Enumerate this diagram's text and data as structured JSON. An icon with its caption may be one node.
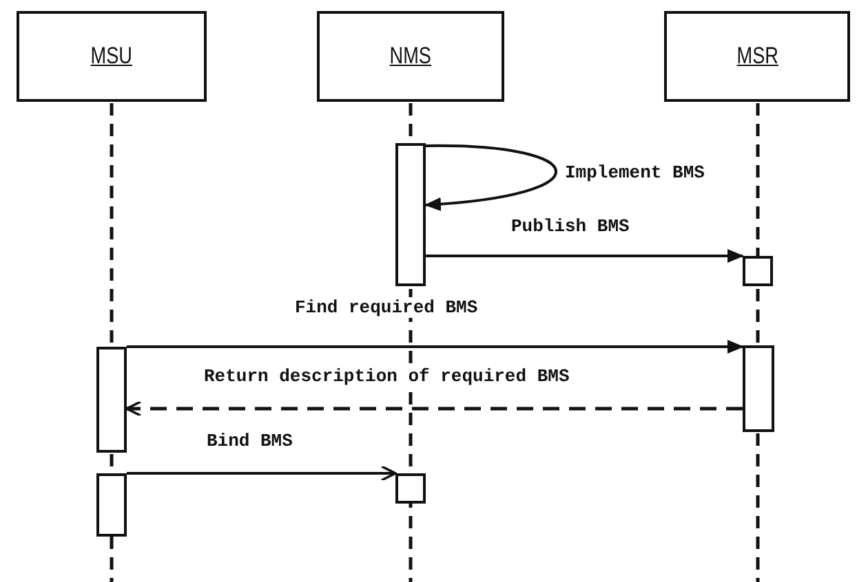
{
  "diagram": {
    "nodes": [
      {
        "text": [
          "MSU"
        ]
      },
      {
        "text": [
          "NMS"
        ]
      },
      {
        "text": [
          "MSR"
        ]
      },
      {
        "text": [],
        "shape": "bar"
      },
      {
        "text": [],
        "shape": "box"
      },
      {
        "text": [],
        "shape": "bar"
      },
      {
        "text": [],
        "shape": "bar"
      },
      {
        "text": [],
        "shape": "bar"
      },
      {
        "text": [],
        "shape": "box"
      }
    ],
    "edges": [
      {
        "from": 3,
        "to": 3,
        "arrow": "to",
        "label": "Implement BMS"
      },
      {
        "from": 3,
        "to": 4,
        "arrow": "to",
        "label": "Publish BMS"
      },
      {
        "from": 5,
        "to": 6,
        "arrow": "to",
        "label": "Find required BMS"
      },
      {
        "from": 6,
        "to": 5,
        "arrow": "to",
        "label": "Return description of required BMS",
        "style": "dashed"
      },
      {
        "from": 7,
        "to": 8,
        "arrow": "to",
        "label": "Bind BMS"
      }
    ]
  }
}
